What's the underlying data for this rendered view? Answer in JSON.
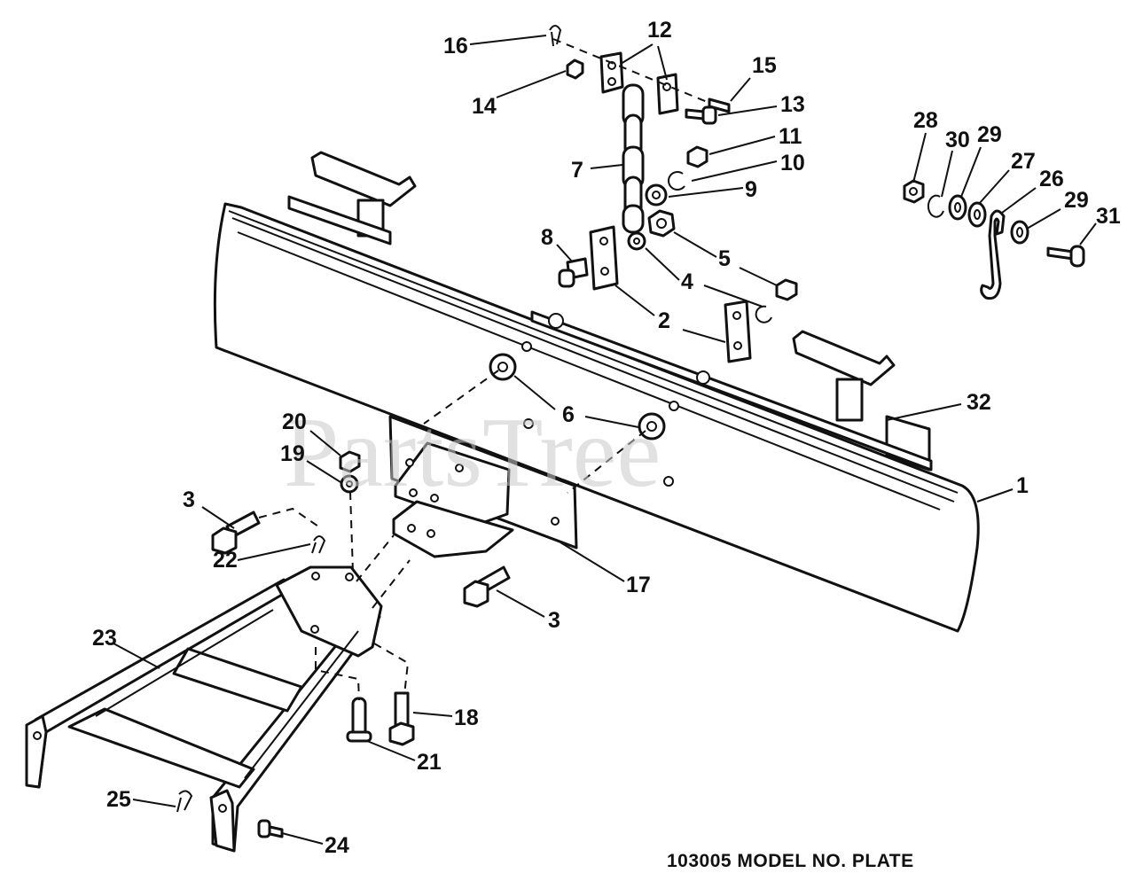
{
  "watermark": "PartsTree",
  "caption": "103005 MODEL NO. PLATE",
  "callouts": {
    "c1": "1",
    "c2": "2",
    "c3a": "3",
    "c3b": "3",
    "c4": "4",
    "c5": "5",
    "c6": "6",
    "c7": "7",
    "c8": "8",
    "c9": "9",
    "c10": "10",
    "c11": "11",
    "c12": "12",
    "c13": "13",
    "c14": "14",
    "c15": "15",
    "c16": "16",
    "c17": "17",
    "c18": "18",
    "c19": "19",
    "c20": "20",
    "c21": "21",
    "c22": "22",
    "c23": "23",
    "c24": "24",
    "c25": "25",
    "c26": "26",
    "c27": "27",
    "c28": "28",
    "c29a": "29",
    "c29b": "29",
    "c30": "30",
    "c31": "31",
    "c32": "32"
  }
}
